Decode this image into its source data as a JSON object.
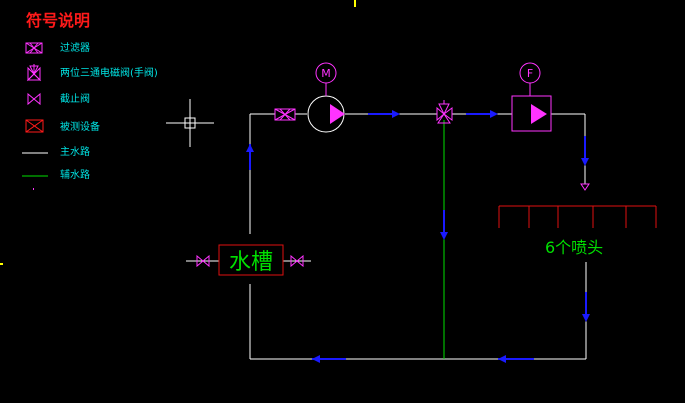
{
  "legend": {
    "title": "符号说明",
    "items": [
      {
        "label": "过滤器",
        "icon": "filter-icon"
      },
      {
        "label": "两位三通电磁阀(手阀)",
        "icon": "three-way-valve-icon"
      },
      {
        "label": "截止阀",
        "icon": "stop-valve-icon"
      },
      {
        "label": "被测设备",
        "icon": "device-under-test-icon"
      },
      {
        "label": "主水路",
        "icon": "main-water-line-icon"
      },
      {
        "label": "辅水路",
        "icon": "aux-water-line-icon"
      }
    ]
  },
  "diagram": {
    "tank_label": "水槽",
    "nozzle_label": "6个喷头",
    "pump_letter": "M",
    "flowmeter_letter": "F"
  },
  "colors": {
    "background": "#000000",
    "main_line": "#ffffff",
    "aux_line": "#00e000",
    "symbols": "#ff33ff",
    "flow_arrows": "#1a1aff",
    "nozzles": "#e01010",
    "title": "#ff1a1a",
    "legend_text": "#00e5e5"
  }
}
